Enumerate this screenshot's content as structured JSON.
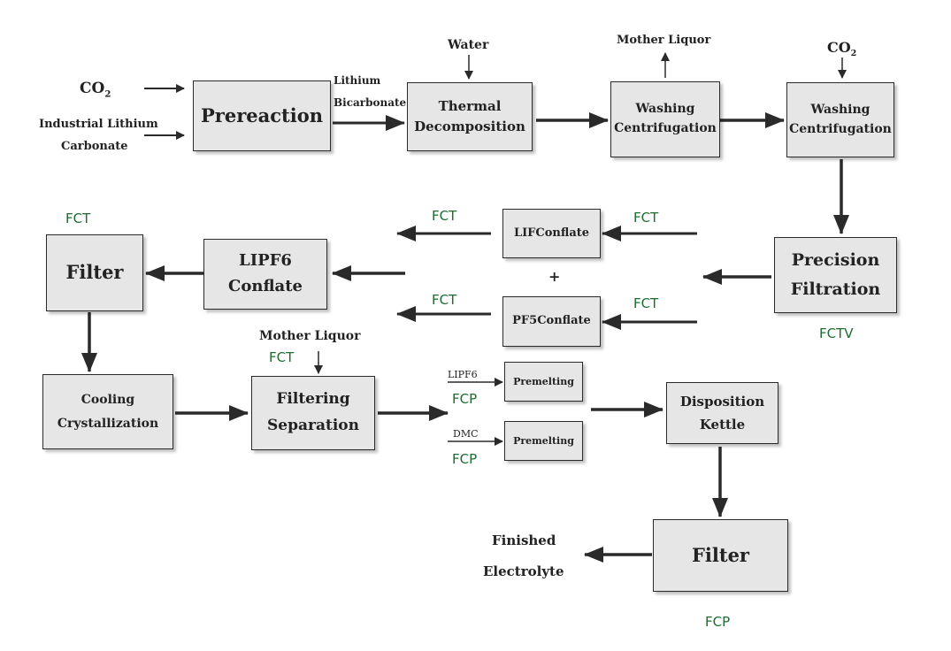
{
  "boxes": {
    "prereaction": "Prereaction",
    "thermal_1": "Thermal",
    "thermal_2": "Decomposition",
    "washing1_1": "Washing",
    "washing1_2": "Centrifugation",
    "washing2_1": "Washing",
    "washing2_2": "Centrifugation",
    "lifconflate": "LIFConflate",
    "pf5conflate": "PF5Conflate",
    "precision_1": "Precision",
    "precision_2": "Filtration",
    "lipf6_1": "LIPF6",
    "lipf6_2": "Conflate",
    "filter_top": "Filter",
    "cooling_1": "Cooling",
    "cooling_2": "Crystallization",
    "filtering_1": "Filtering",
    "filtering_2": "Separation",
    "premelting_1": "Premelting",
    "premelting_2": "Premelting",
    "disposition_1": "Disposition",
    "disposition_2": "Kettle",
    "filter_bottom": "Filter"
  },
  "labels": {
    "co2_left": "CO",
    "co2_left_sub": "2",
    "industrial_1": "Industrial Lithium",
    "industrial_2": "Carbonate",
    "lithium": "Lithium",
    "bicarbonate": "Bicarbonate",
    "water": "Water",
    "mother_liquor_top": "Mother Liquor",
    "co2_right": "CO",
    "co2_right_sub": "2",
    "plus": "+",
    "mother_liquor_mid": "Mother Liquor",
    "lipf6_small": "LIPF6",
    "dmc": "DMC",
    "finished_1": "Finished",
    "finished_2": "Electrolyte"
  },
  "codes": {
    "fct_filter": "FCT",
    "fct_upper_left": "FCT",
    "fct_upper_right": "FCT",
    "fct_lower_left": "FCT",
    "fct_lower_right": "FCT",
    "fctv": "FCTV",
    "fct_mother": "FCT",
    "fcp_lipf6": "FCP",
    "fcp_dmc": "FCP",
    "fcp_bottom": "FCP"
  },
  "colors": {
    "box_fill": "#e6e6e6",
    "code_green": "#1d6b2f",
    "line": "#2a2a2a"
  }
}
